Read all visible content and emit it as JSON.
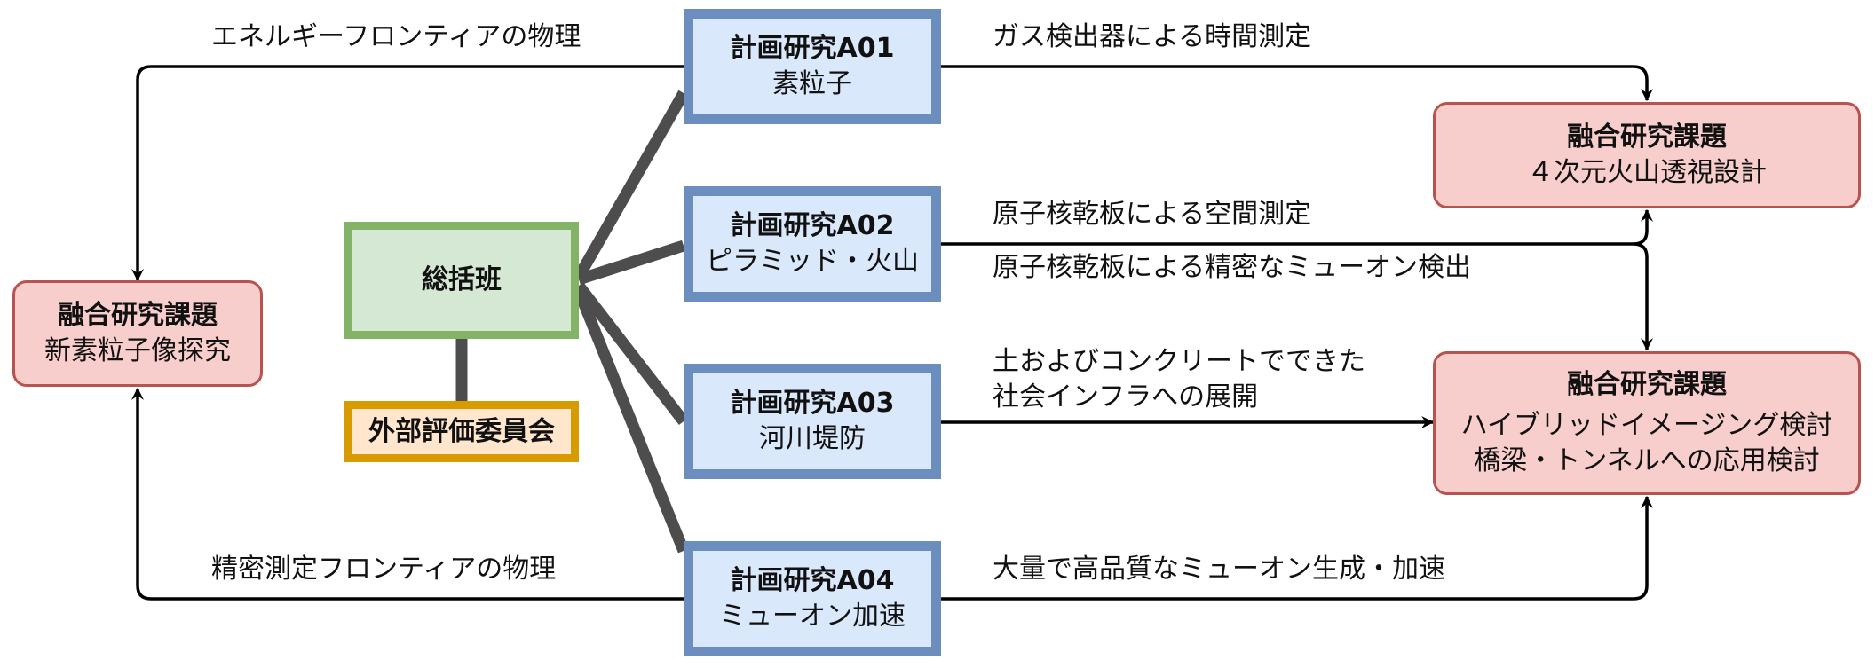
{
  "plans": [
    {
      "title": "計画研究A01",
      "subtitle": "素粒子"
    },
    {
      "title": "計画研究A02",
      "subtitle": "ピラミッド・火山"
    },
    {
      "title": "計画研究A03",
      "subtitle": "河川堤防"
    },
    {
      "title": "計画研究A04",
      "subtitle": "ミューオン加速"
    }
  ],
  "general_group": "総括班",
  "external_committee": "外部評価委員会",
  "fusion_left": {
    "title": "融合研究課題",
    "subtitle": "新素粒子像探究"
  },
  "fusion_right_top": {
    "title": "融合研究課題",
    "subtitle": "４次元火山透視設計"
  },
  "fusion_right_bottom": {
    "title": "融合研究課題",
    "line1": "ハイブリッドイメージング検討",
    "line2": "橋梁・トンネルへの応用検討"
  },
  "edge_labels": {
    "energy_frontier": "エネルギーフロンティアの物理",
    "precision_frontier": "精密測定フロンティアの物理",
    "gas_detector": "ガス検出器による時間測定",
    "emulsion_spatial": "原子核乾板による空間測定",
    "emulsion_precise": "原子核乾板による精密なミューオン検出",
    "infra_line1": "土およびコンクリートでできた",
    "infra_line2": "社会インフラへの展開",
    "muon_accel": "大量で高品質なミューオン生成・加速"
  },
  "colors": {
    "plan_fill": "#dae8fc",
    "plan_border": "#6c8ebf",
    "fusion_fill": "#f8cecc",
    "fusion_border": "#b85450",
    "general_fill": "#d5e8d4",
    "general_border": "#82b366",
    "external_fill": "#ffe6cc",
    "external_border": "#d79b00",
    "connector": "#4d4d4d",
    "arrow": "#000000"
  }
}
